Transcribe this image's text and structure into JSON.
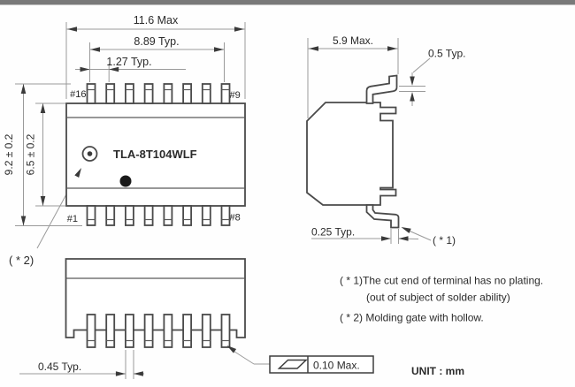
{
  "drawing": {
    "part_number": "TLA-8T104WLF",
    "unit_label": "UNIT : mm",
    "top_view": {
      "dim_width_max": "11.6 Max",
      "dim_lead_span": "8.89 Typ.",
      "dim_pitch": "1.27 Typ.",
      "dim_height_overall": "9.2 ± 0.2",
      "dim_height_body": "6.5 ± 0.2",
      "pin_top_left": "#16",
      "pin_top_right": "#9",
      "pin_bottom_left": "#1",
      "pin_bottom_right": "#8",
      "gate_label": "( * 2)"
    },
    "side_view": {
      "dim_depth_max": "5.9 Max.",
      "dim_lead_thickness": "0.5 Typ.",
      "dim_cut_end": "0.25 Typ.",
      "cut_end_label": "( * 1)"
    },
    "bottom_view": {
      "dim_lead_width": "0.45 Typ.",
      "flatness_value": "0.10 Max."
    },
    "notes": {
      "note1_line1": "( * 1)The cut end of terminal has no plating.",
      "note1_line2": "(out of subject of solder ability)",
      "note2": "( * 2) Molding gate with hollow."
    },
    "colors": {
      "line": "#4a4a4a",
      "dim_line": "#9a9a9a",
      "text": "#2b2b2b",
      "top_bar": "#7a7a7a",
      "background": "#fefefe"
    }
  }
}
